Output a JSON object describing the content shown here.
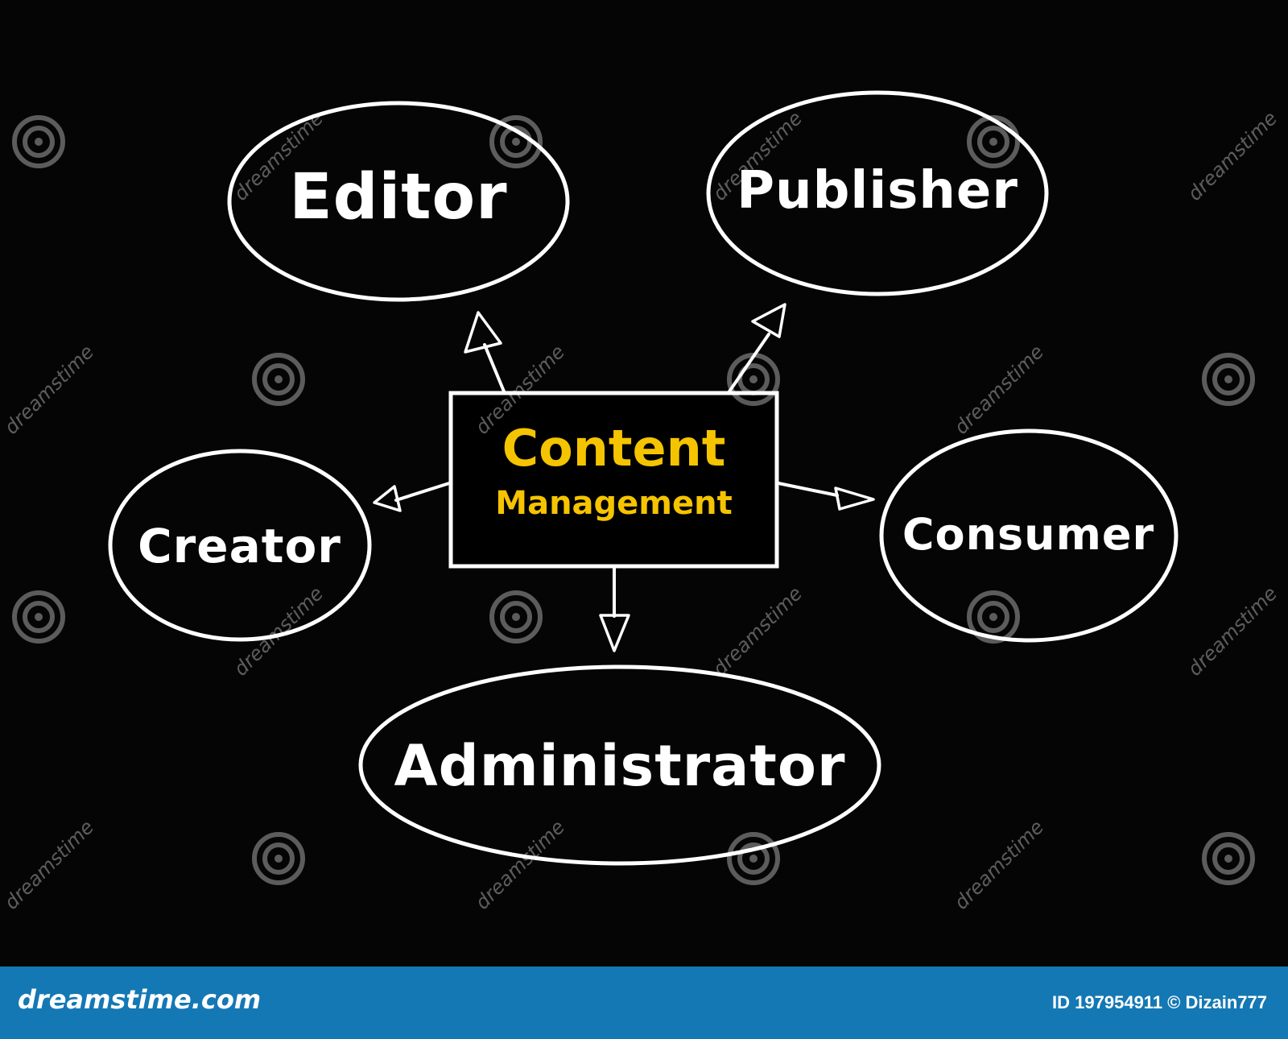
{
  "colors": {
    "background": "#050505",
    "stroke": "#ffffff",
    "center_text": "#f5c400",
    "center_fill": "#000000",
    "footer_bg": "#1478b4",
    "watermark": "rgba(255,255,255,0.35)"
  },
  "center": {
    "line1": "Content",
    "line2": "Management"
  },
  "nodes": {
    "editor": "Editor",
    "publisher": "Publisher",
    "creator": "Creator",
    "consumer": "Consumer",
    "administrator": "Administrator"
  },
  "watermark": {
    "text": "dreamstime",
    "icon": "spiral-logo-icon"
  },
  "footer": {
    "brand": "dreamstime.com",
    "credit": "ID 197954911 © Dizain777"
  }
}
